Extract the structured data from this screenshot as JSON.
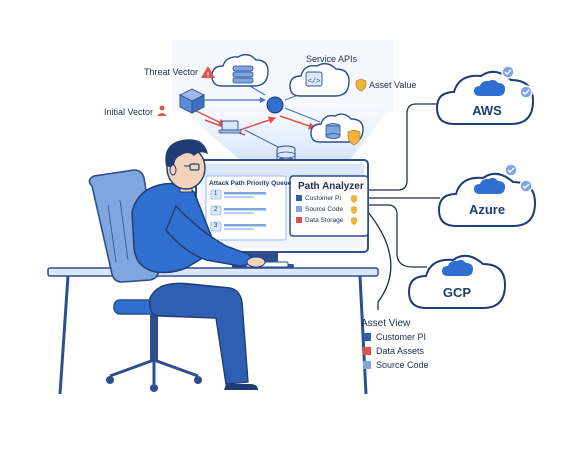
{
  "labels": {
    "threat_vector": "Threat Vector",
    "service_apis": "Service APIs",
    "asset_value": "Asset Value",
    "initial_vector": "Initial Vector"
  },
  "clouds": {
    "aws": "AWS",
    "azure": "Azure",
    "gcp": "GCP"
  },
  "queue": {
    "title": "Attack Path Priority Queue",
    "rows": [
      "1",
      "2",
      "3"
    ]
  },
  "path_analyzer": {
    "title": "Path Analyzer",
    "items": [
      "Customer PI",
      "Source Code",
      "Data Storage"
    ]
  },
  "asset_view": {
    "title": "Asset View",
    "items": [
      {
        "label": "Customer PI",
        "color": "#2f5fb3"
      },
      {
        "label": "Data Assets",
        "color": "#e0524a"
      },
      {
        "label": "Source Code",
        "color": "#7fa6de"
      }
    ]
  },
  "colors": {
    "accent_blue": "#2f6fd0",
    "threat_red": "#e0524a",
    "asset_gold": "#f0b43c"
  }
}
